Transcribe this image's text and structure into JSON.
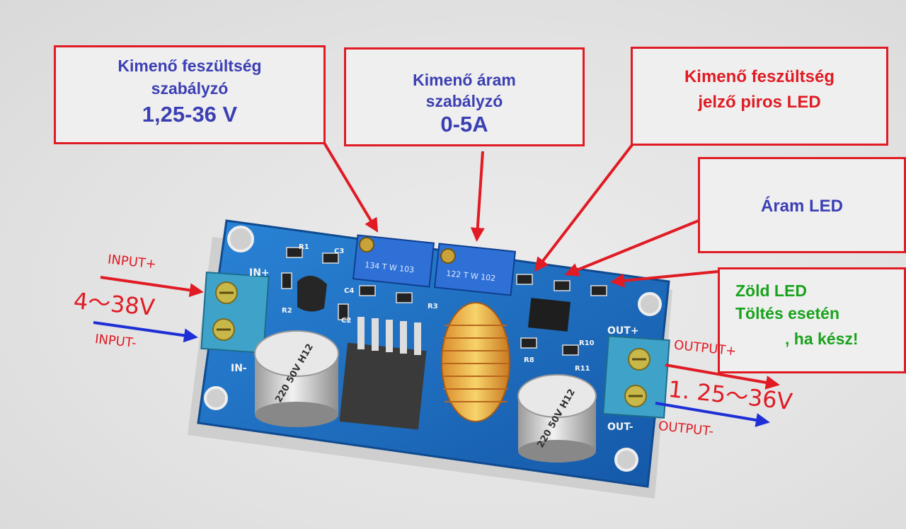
{
  "callouts": {
    "voltage_adjust": {
      "line1": "Kimenő feszültség",
      "line2": "szabályzó",
      "value": "1,25-36 V"
    },
    "current_adjust": {
      "line1": "Kimenő áram",
      "line2": "szabályzó",
      "value": "0-5A"
    },
    "voltage_led": {
      "line1": "Kimenő feszültség",
      "line2": "jelző piros LED"
    },
    "current_led": {
      "line1": "Áram LED"
    },
    "green_led": {
      "line1": "Zöld LED",
      "line2": "Töltés esetén",
      "line3": ", ha kész!"
    }
  },
  "labels": {
    "input_plus": "INPUT+",
    "input_range": "4～38V",
    "input_minus": "INPUT-",
    "output_plus": "OUTPUT+",
    "output_range": "1. 25～36V",
    "output_minus": "OUTPUT-"
  },
  "board_silkscreen": {
    "in_plus": "IN+",
    "in_minus": "IN-",
    "out_plus": "OUT+",
    "out_minus": "OUT-",
    "pot1": "134 T  W 103",
    "pot2": "122 T  W 102",
    "cap1": "220 50V H12",
    "cap2": "220 50V H12",
    "r1": "R1",
    "r2": "R2",
    "r3": "R3",
    "r8": "R8",
    "r10": "R10",
    "r11": "R11",
    "c2": "C2",
    "c3": "C3",
    "c4": "C4"
  },
  "colors": {
    "callout_border": "#e01b24",
    "text_blue": "#3b3fb3",
    "text_red": "#e01b24",
    "text_green": "#19a31c",
    "pcb": "#1f6fc2"
  }
}
